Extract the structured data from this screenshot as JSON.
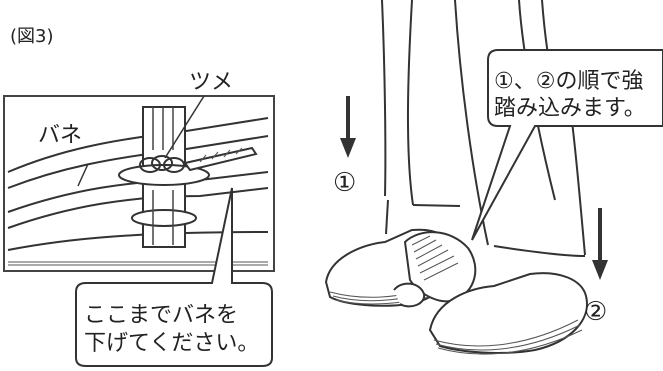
{
  "figure_label": "(図3)",
  "inset": {
    "claw_label": "ツメ",
    "spring_label": "バネ",
    "callout_line1": "ここまでバネを",
    "callout_line2": "下げてください。"
  },
  "feet": {
    "callout_line1": "①、②の順で強",
    "callout_line2": "踏み込みます。",
    "step1_label": "①",
    "step2_label": "②"
  }
}
